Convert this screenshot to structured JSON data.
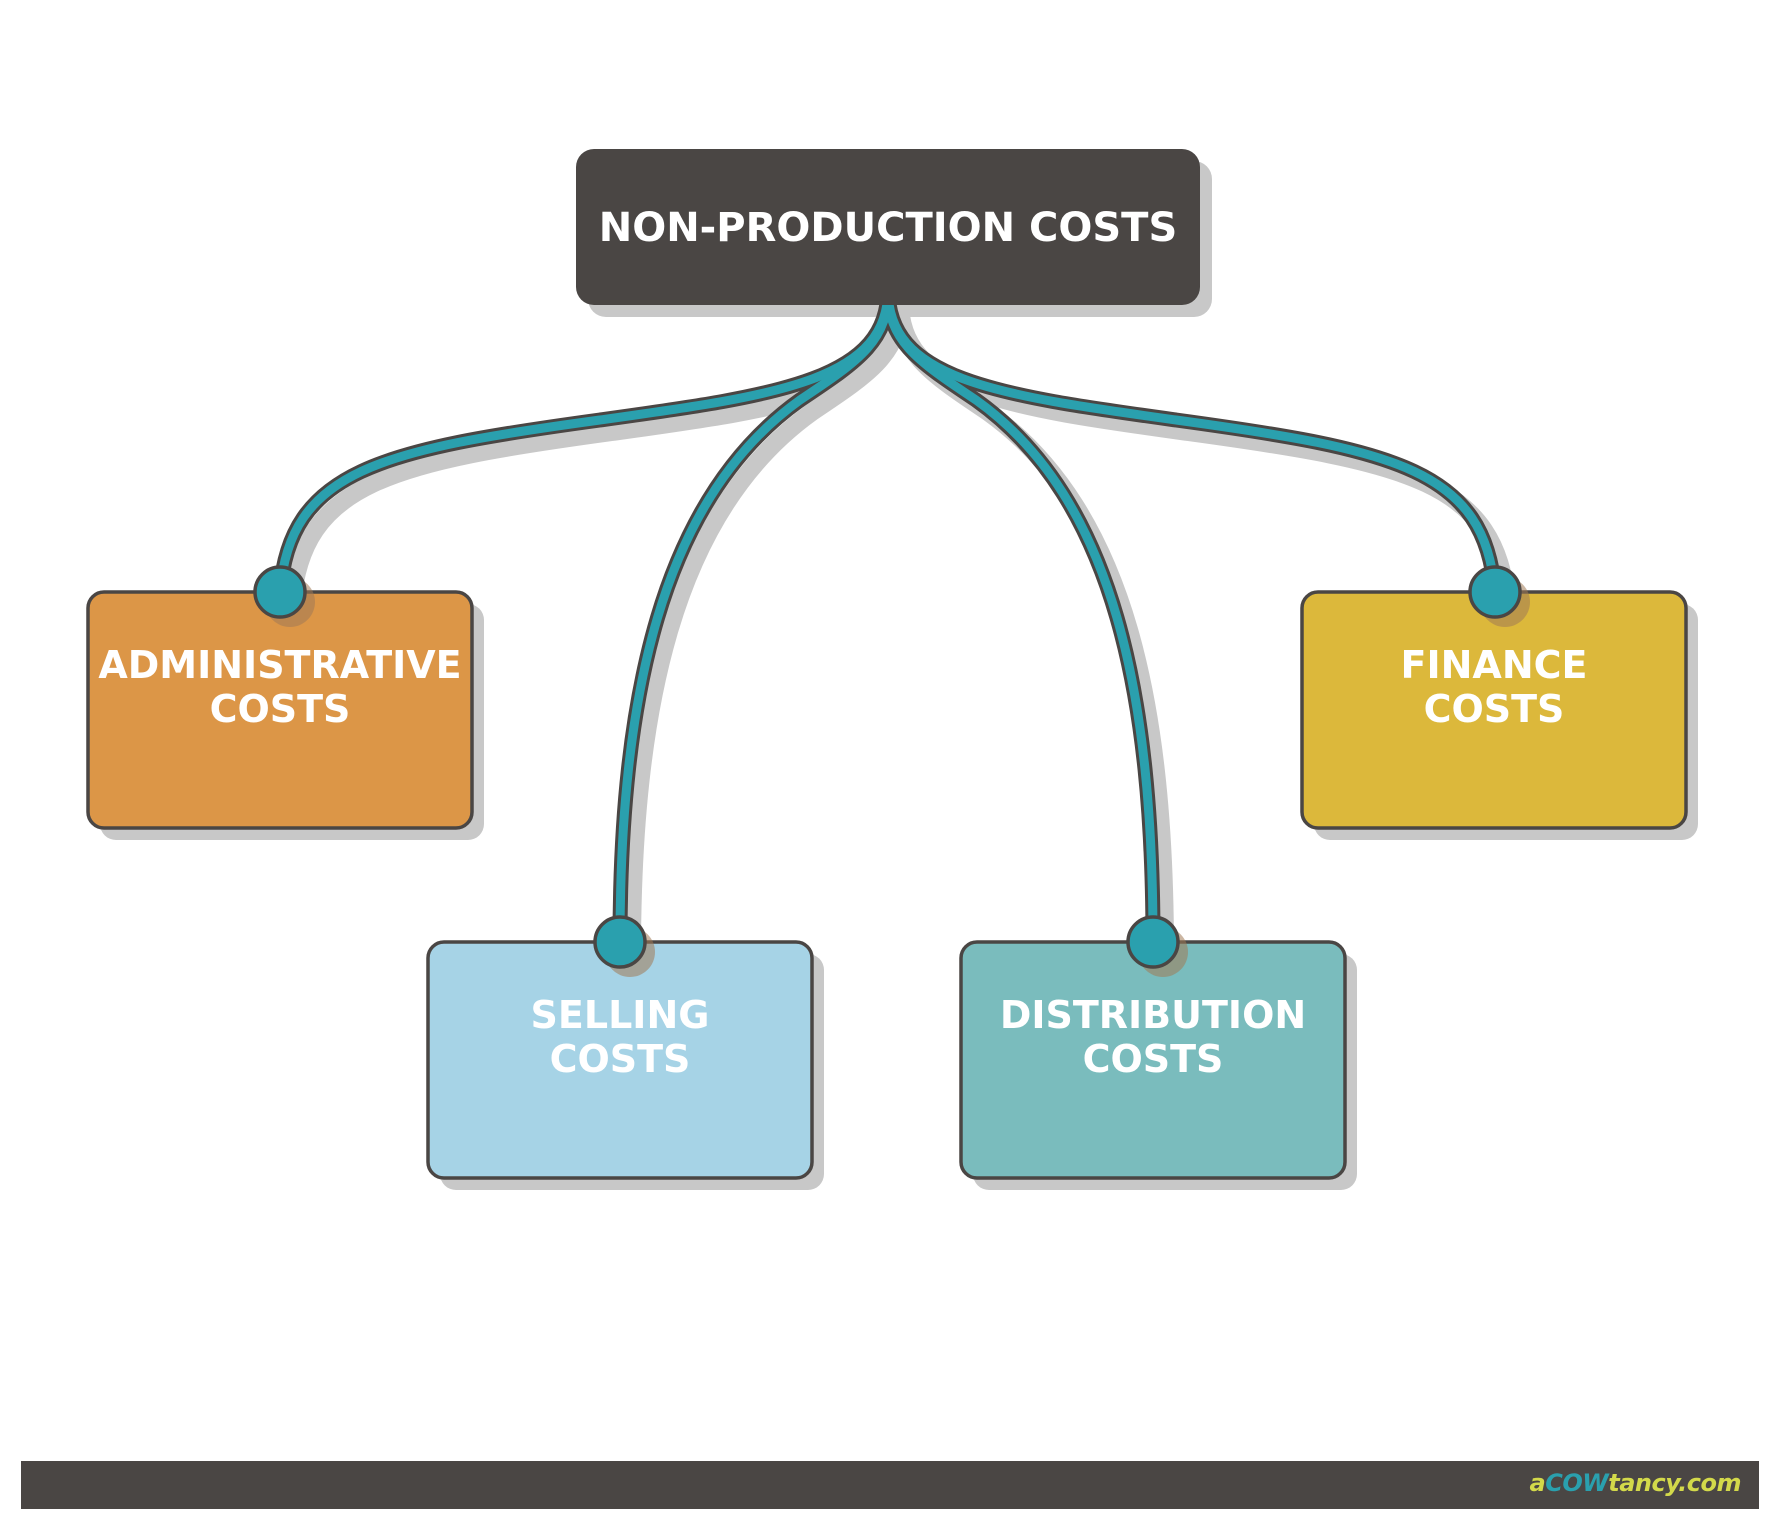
{
  "diagram": {
    "root": {
      "label": "NON-PRODUCTION COSTS",
      "color": "#4a4644"
    },
    "children": [
      {
        "lines": [
          "ADMINISTRATIVE",
          "COSTS"
        ],
        "color": "#dc9647"
      },
      {
        "lines": [
          "SELLING",
          "COSTS"
        ],
        "color": "#a6d3e6"
      },
      {
        "lines": [
          "DISTRIBUTION",
          "COSTS"
        ],
        "color": "#7abcbd"
      },
      {
        "lines": [
          "FINANCE",
          "COSTS"
        ],
        "color": "#dcb83b"
      }
    ],
    "connector_color": "#2aa0ae",
    "outline_color": "#4a4644",
    "shadow_color": "#c8c8c8"
  },
  "footer": {
    "brand_parts": [
      {
        "text": "a",
        "color": "#d3d94a"
      },
      {
        "text": "COW",
        "color": "#2aa0ae"
      },
      {
        "text": "tancy.com",
        "color": "#d3d94a"
      }
    ],
    "bar_color": "#4a4644"
  }
}
